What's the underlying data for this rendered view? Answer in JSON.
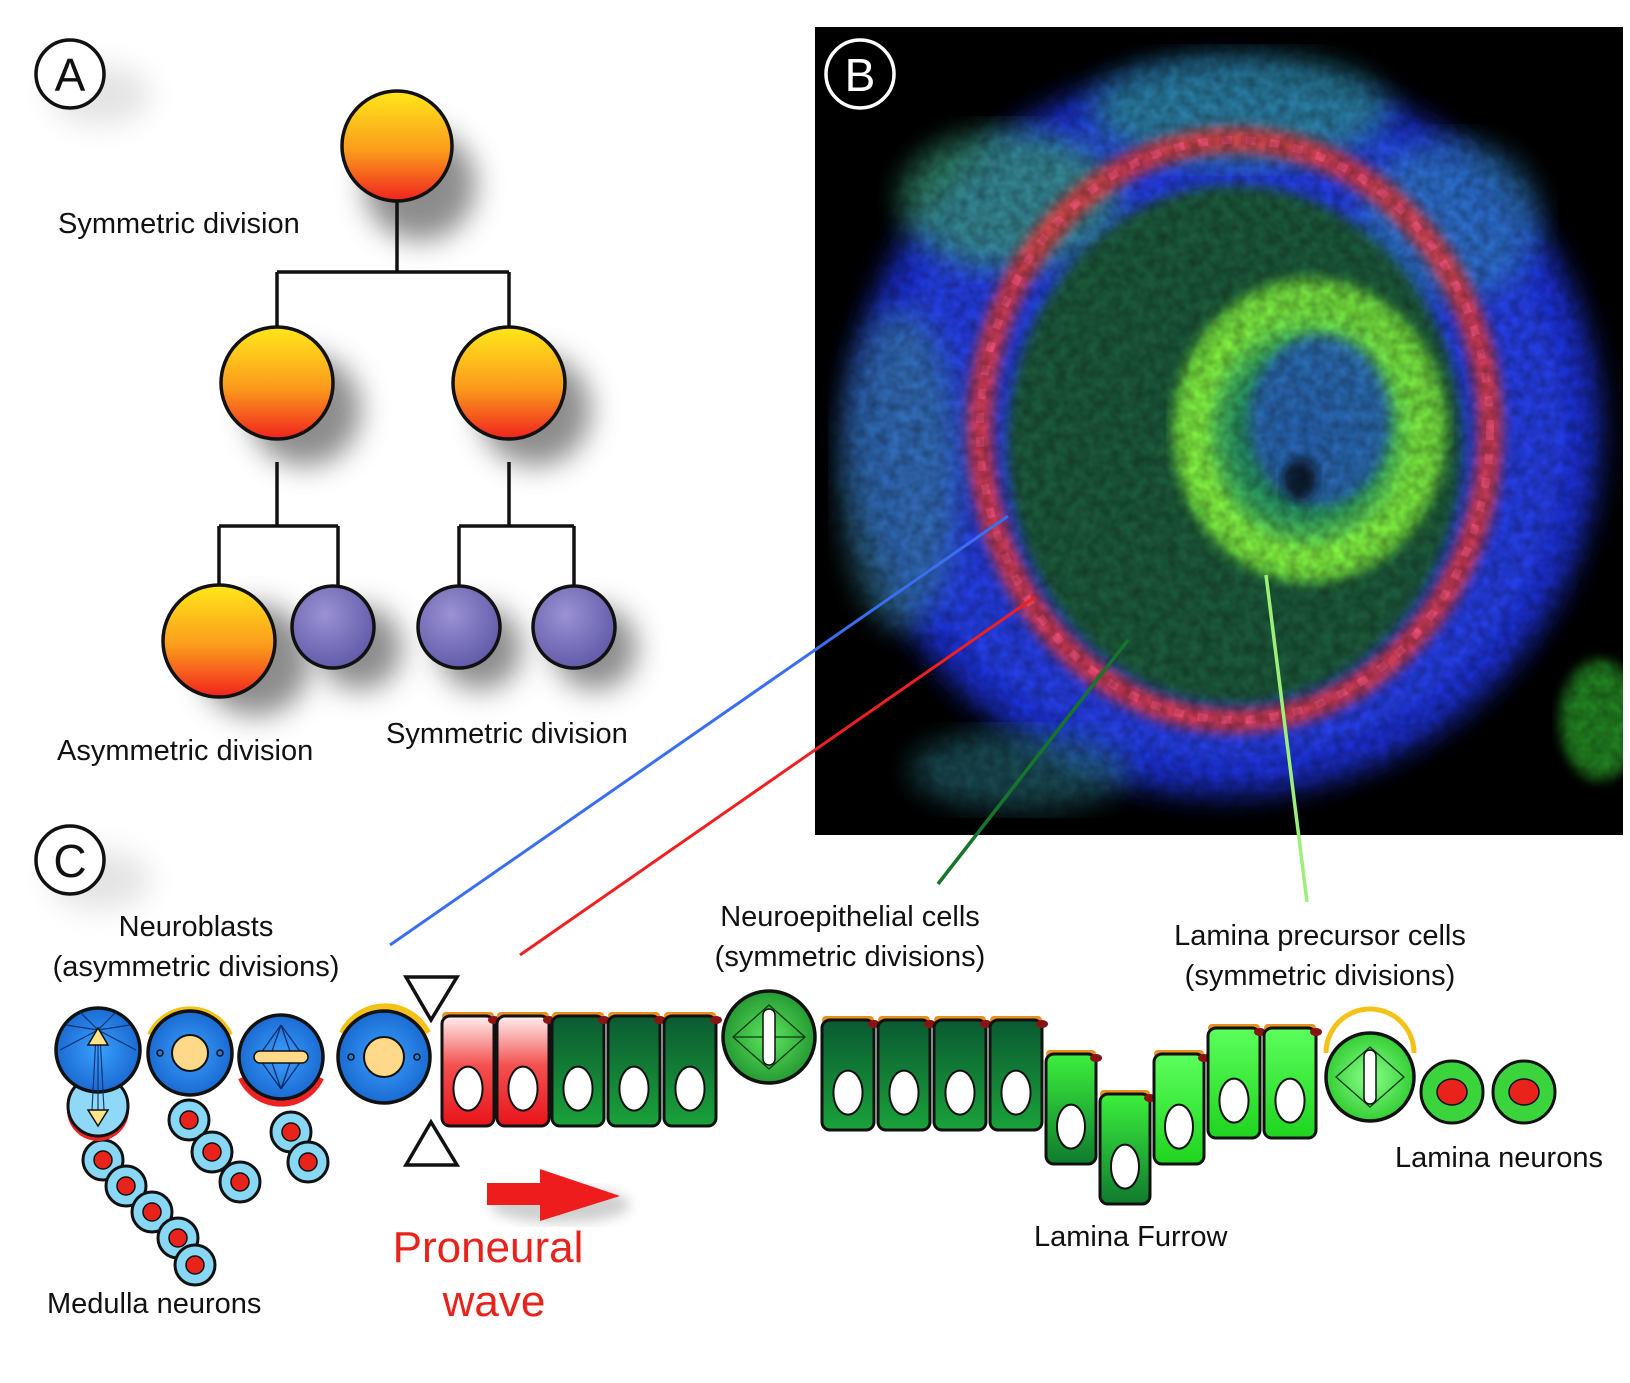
{
  "colors": {
    "progenitor_top": "#ffe21a",
    "progenitor_bottom": "#f02a1f",
    "daughter": "#6f6ab8",
    "neuroblast": "#1f7fe0",
    "neuroblast_nucleus": "#ffd98a",
    "neuron_ring": "#87d7f5",
    "neuron_core": "#e8231c",
    "red_cell": "#ee1c1c",
    "dark_green_cell": "#0d6b2e",
    "bright_green_cell": "#3cf03c",
    "line_neuroblasts": "#3a6ef0",
    "line_red": "#ee2020",
    "line_neuroepithelial": "#15752a",
    "line_lamina_precursor": "#9cf07a",
    "proneural_wave": "#e8231c"
  },
  "panel_a": {
    "letter": "A",
    "top_label": "Symmetric division",
    "bottom_left_label": "Asymmetric division",
    "bottom_right_label": "Symmetric division"
  },
  "panel_b": {
    "letter": "B",
    "image": "confocal micrograph of optic lobe with blue, green and red staining"
  },
  "panel_c": {
    "letter": "C",
    "neuroblasts_line1": "Neuroblasts",
    "neuroblasts_line2": "(asymmetric divisions)",
    "neuroepithelial_line1": "Neuroepithelial cells",
    "neuroepithelial_line2": "(symmetric divisions)",
    "lamina_precursor_line1": "Lamina precursor cells",
    "lamina_precursor_line2": "(symmetric divisions)",
    "medulla_neurons": "Medulla neurons",
    "proneural_line1": "Proneural",
    "proneural_line2": "wave",
    "lamina_furrow": "Lamina Furrow",
    "lamina_neurons": "Lamina neurons"
  }
}
